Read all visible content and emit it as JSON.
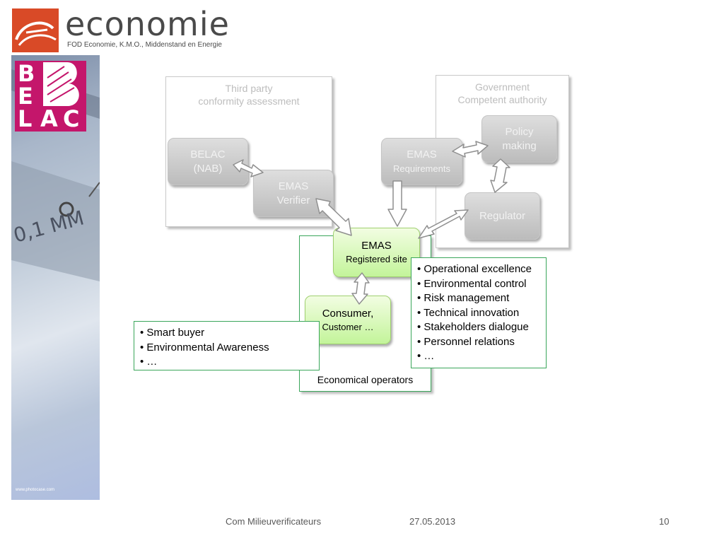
{
  "header": {
    "brand_word": "economie",
    "brand_sub": "FOD Economie, K.M.O., Middenstand en Energie",
    "belac_letters": [
      "B",
      "E",
      "L",
      "A",
      "C"
    ]
  },
  "sidebar": {
    "photo_credit": "www.photocase.com",
    "ruler_text": "0,1 MM"
  },
  "diagram": {
    "third_party": {
      "title_line1": "Third party",
      "title_line2": "conformity assessment"
    },
    "government": {
      "title_line1": "Government",
      "title_line2": "Competent authority"
    },
    "economical": {
      "label": "Economical operators"
    },
    "nodes": {
      "belac": {
        "line1": "BELAC",
        "line2": "(NAB)"
      },
      "verifier": {
        "line1": "EMAS",
        "line2": "Verifier"
      },
      "requirements": {
        "line1": "EMAS",
        "line2": "Requirements"
      },
      "policy": {
        "line1": "Policy",
        "line2": "making"
      },
      "regulator": {
        "line1": "Regulator"
      },
      "site": {
        "line1": "EMAS",
        "line2": "Registered site"
      },
      "consumer": {
        "line1": "Consumer,",
        "line2": "Customer …"
      }
    },
    "consumer_list": [
      "Smart buyer",
      "Environmental Awareness",
      "…"
    ],
    "benefits_list": [
      "Operational excellence",
      "Environmental control",
      "Risk management",
      "Technical innovation",
      "Stakeholders dialogue",
      "Personnel relations",
      "…"
    ]
  },
  "footer": {
    "left": "Com Milieuverificateurs",
    "date": "27.05.2013",
    "page": "10"
  },
  "colors": {
    "brand_orange": "#d94a27",
    "belac_magenta": "#c4166b",
    "green_border": "#3aa65a",
    "node_green": "#c3f49a",
    "node_grey": "#bcbcbc"
  }
}
